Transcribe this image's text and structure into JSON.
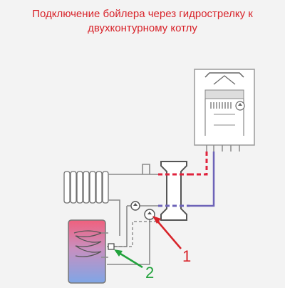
{
  "title": {
    "line1": "Подключение бойлера через гидрострелку к",
    "line2": "двухконтурному котлу"
  },
  "callouts": [
    {
      "label": "1",
      "color": "#d8232a"
    },
    {
      "label": "2",
      "color": "#22a23c"
    }
  ],
  "colors": {
    "supply_pipe": "#e0233d",
    "return_pipe": "#6d63b8",
    "pipe": "#8a8a8a",
    "background": "#f3f3f3"
  },
  "components": [
    {
      "name": "double-circuit-boiler-icon"
    },
    {
      "name": "radiator-icon"
    },
    {
      "name": "hydraulic-separator-icon"
    },
    {
      "name": "circulation-pump-icon"
    },
    {
      "name": "indirect-water-heater-icon"
    },
    {
      "name": "temperature-sensor-icon"
    }
  ]
}
